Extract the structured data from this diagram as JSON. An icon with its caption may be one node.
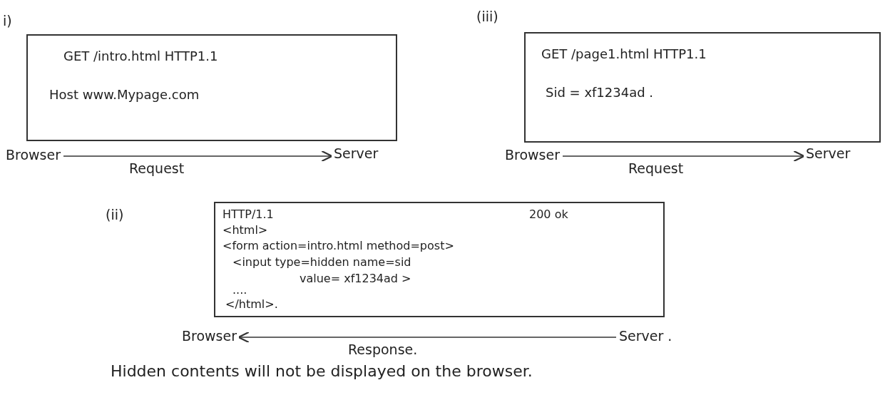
{
  "diagram": {
    "nodes": [
      {
        "text": [
          "GET /intro.html HTTP1.1",
          "Host www.Mypage.com"
        ]
      },
      {
        "text": [
          "Browser"
        ]
      },
      {
        "text": [
          "Server"
        ]
      },
      {
        "text": [
          "GET /page1.html HTTP1.1",
          "Sid = xf1234ad ."
        ]
      },
      {
        "text": [
          "Browser"
        ]
      },
      {
        "text": [
          "Server"
        ]
      },
      {
        "text": [
          "HTTP/1.1",
          "200 ok",
          "<html>",
          "<form action=intro.html method=post>",
          "<input type=hidden name=sid",
          "value= xf1234ad >",
          "....",
          "</html>."
        ]
      },
      {
        "text": [
          "Browser"
        ]
      },
      {
        "text": [
          "Server ."
        ]
      }
    ],
    "edges": [
      {
        "from": 1,
        "to": 2,
        "arrow": "to",
        "label": "Request"
      },
      {
        "from": 4,
        "to": 5,
        "arrow": "to",
        "label": "Request"
      },
      {
        "from": 8,
        "to": 7,
        "arrow": "to",
        "label": "Response."
      }
    ],
    "labels": [
      "i)",
      "(iii)",
      "(ii)",
      "Hidden contents will not be displayed on the browser."
    ]
  }
}
